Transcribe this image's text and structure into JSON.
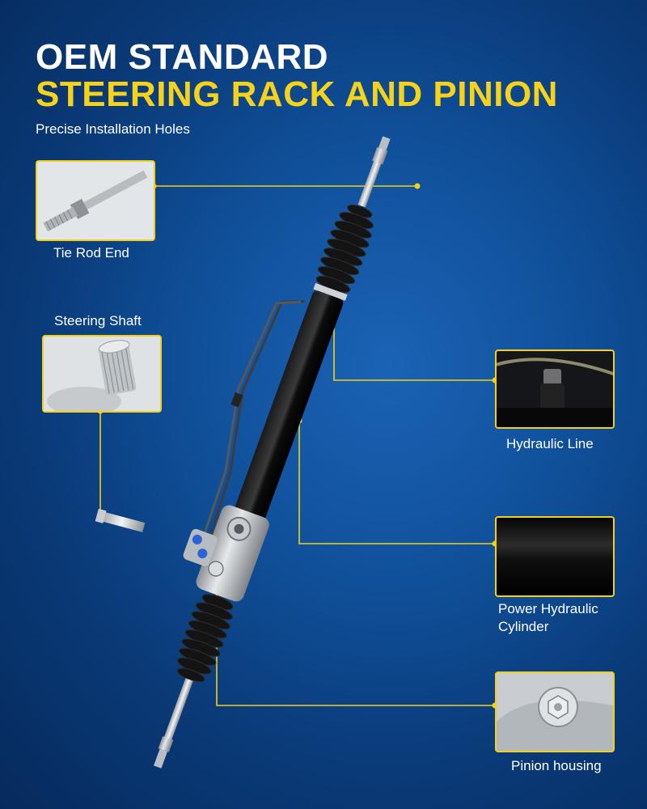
{
  "header": {
    "line1": "OEM STANDARD",
    "line2": "STEERING RACK AND PINION",
    "subtitle": "Precise Installation Holes"
  },
  "callouts": {
    "tie_rod_end": {
      "label": "Tie Rod End",
      "icon": "tie-rod-end-photo"
    },
    "steering_shaft": {
      "label": "Steering Shaft",
      "icon": "steering-shaft-photo"
    },
    "hydraulic_line": {
      "label": "Hydraulic Line",
      "icon": "hydraulic-line-photo"
    },
    "power_hydraulic_cylinder": {
      "label_line1": "Power Hydraulic",
      "label_line2": "Cylinder",
      "icon": "cylinder-photo"
    },
    "pinion_housing": {
      "label": "Pinion housing",
      "icon": "pinion-housing-photo"
    }
  },
  "colors": {
    "background": "#0a3a78",
    "accent_yellow": "#f6d21a",
    "leader_line": "#f3cf17",
    "text_white": "#ffffff"
  }
}
